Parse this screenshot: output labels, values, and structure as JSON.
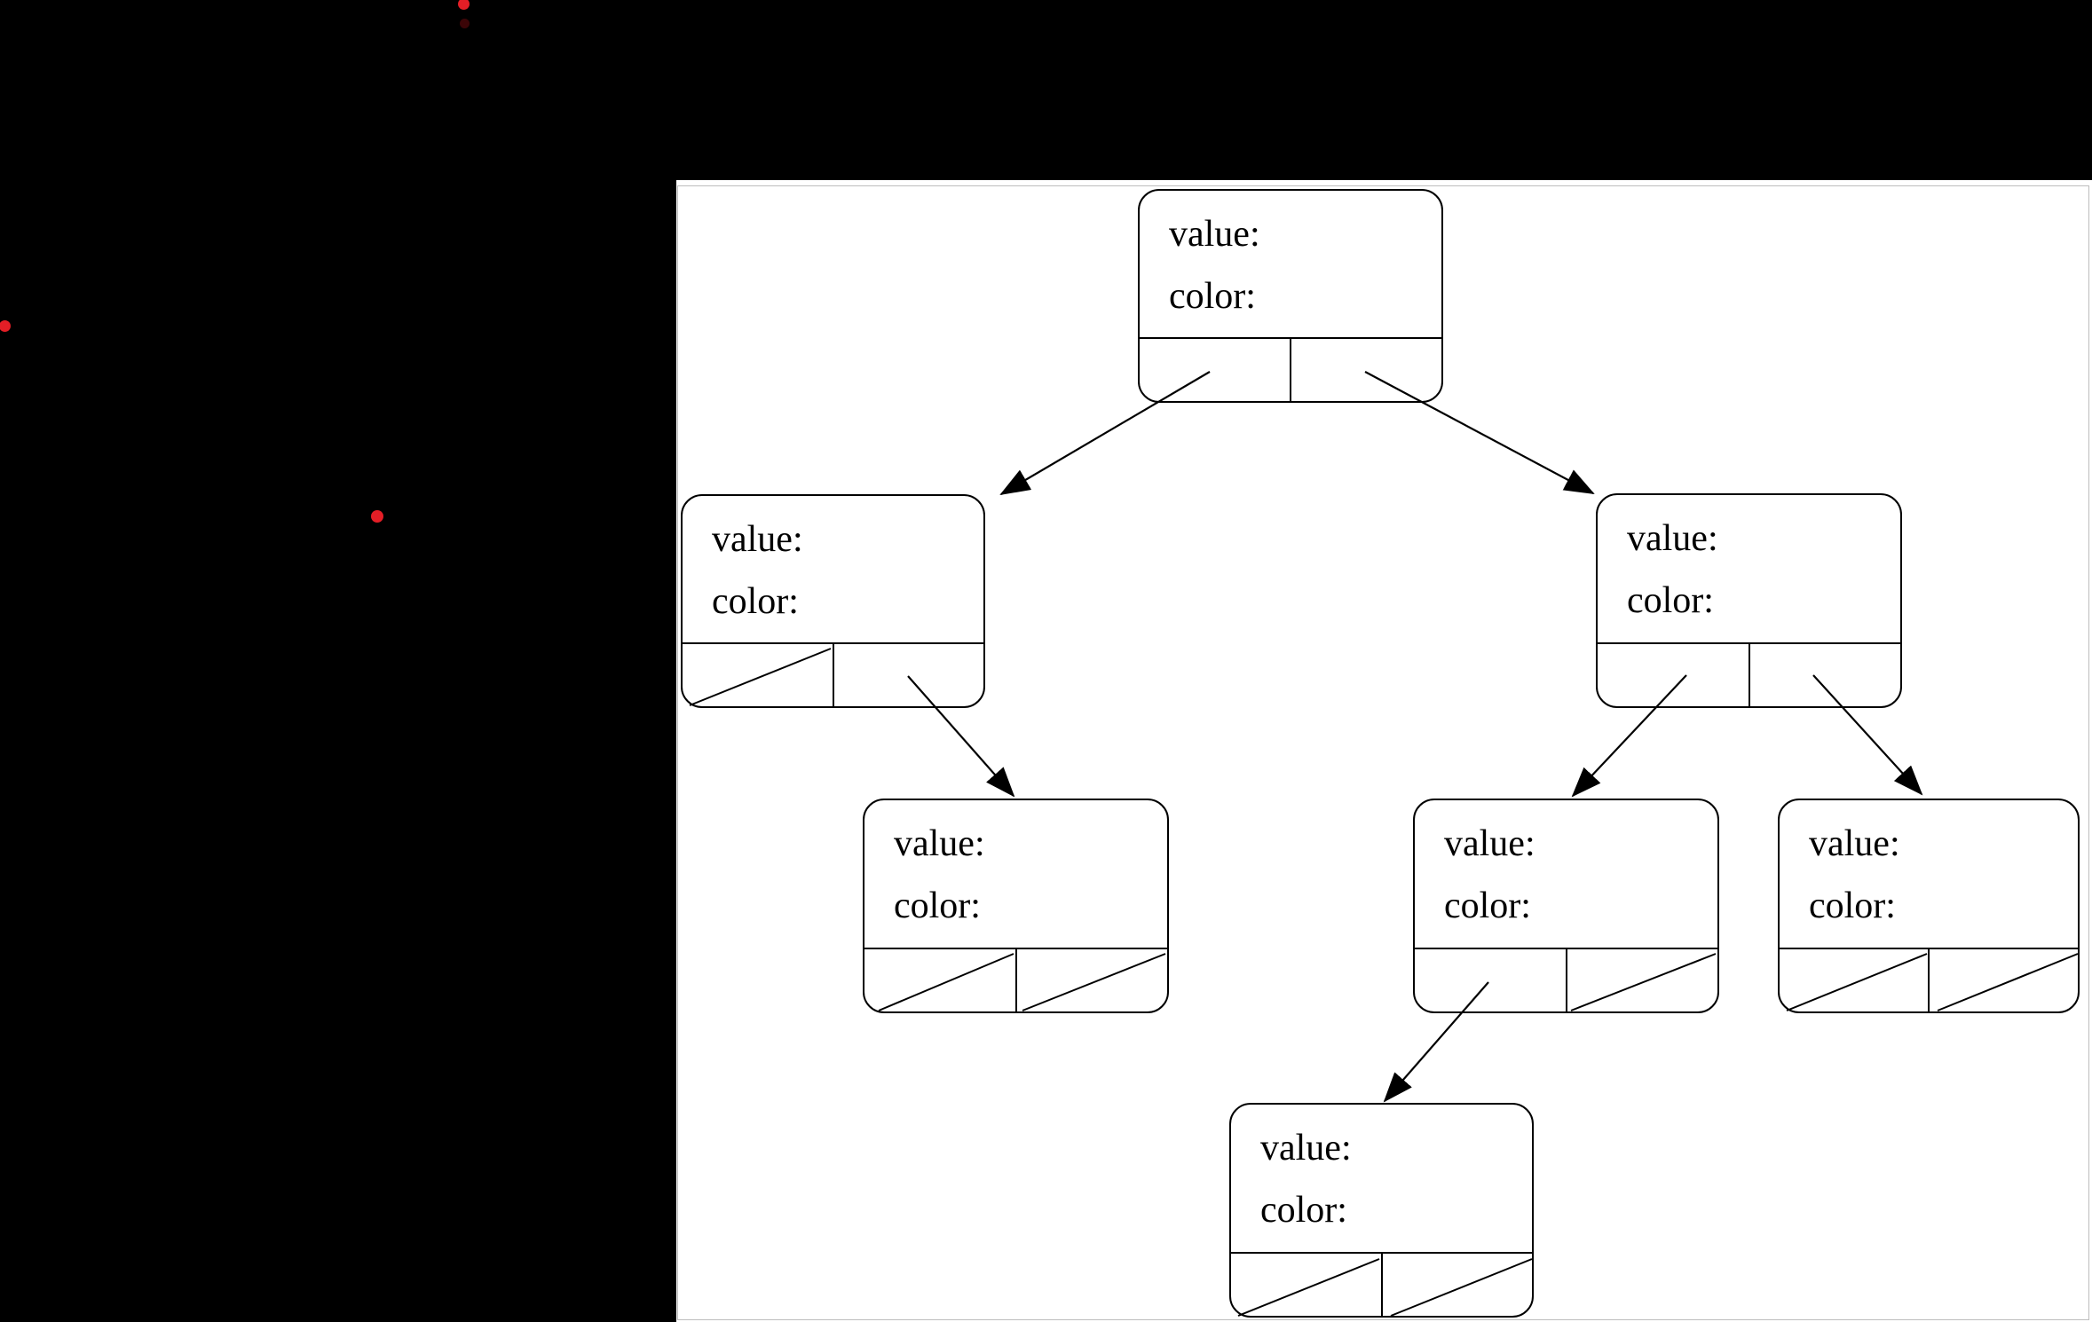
{
  "diagram": {
    "kind": "binary-tree-node-diagram",
    "node_value_label": "value:",
    "node_color_label": "color:"
  },
  "colors": {
    "background": "#000000",
    "panel": "#ffffff",
    "line": "#000000",
    "accent_red": "#e41e26"
  },
  "nodes": [
    {
      "id": "root",
      "value_label": "value:",
      "color_label": "color:",
      "left_pointer": "child-arrow",
      "right_pointer": "child-arrow"
    },
    {
      "id": "left-child",
      "value_label": "value:",
      "color_label": "color:",
      "left_pointer": "null-slash",
      "right_pointer": "child-arrow"
    },
    {
      "id": "right-child",
      "value_label": "value:",
      "color_label": "color:",
      "left_pointer": "child-arrow",
      "right_pointer": "child-arrow"
    },
    {
      "id": "left-grandchild",
      "value_label": "value:",
      "color_label": "color:",
      "left_pointer": "null-slash",
      "right_pointer": "null-slash"
    },
    {
      "id": "right-left-grandchild",
      "value_label": "value:",
      "color_label": "color:",
      "left_pointer": "child-arrow",
      "right_pointer": "null-slash"
    },
    {
      "id": "right-right-grandchild",
      "value_label": "value:",
      "color_label": "color:",
      "left_pointer": "null-slash",
      "right_pointer": "null-slash"
    },
    {
      "id": "bottom-node",
      "value_label": "value:",
      "color_label": "color:",
      "left_pointer": "null-slash",
      "right_pointer": "null-slash"
    }
  ]
}
